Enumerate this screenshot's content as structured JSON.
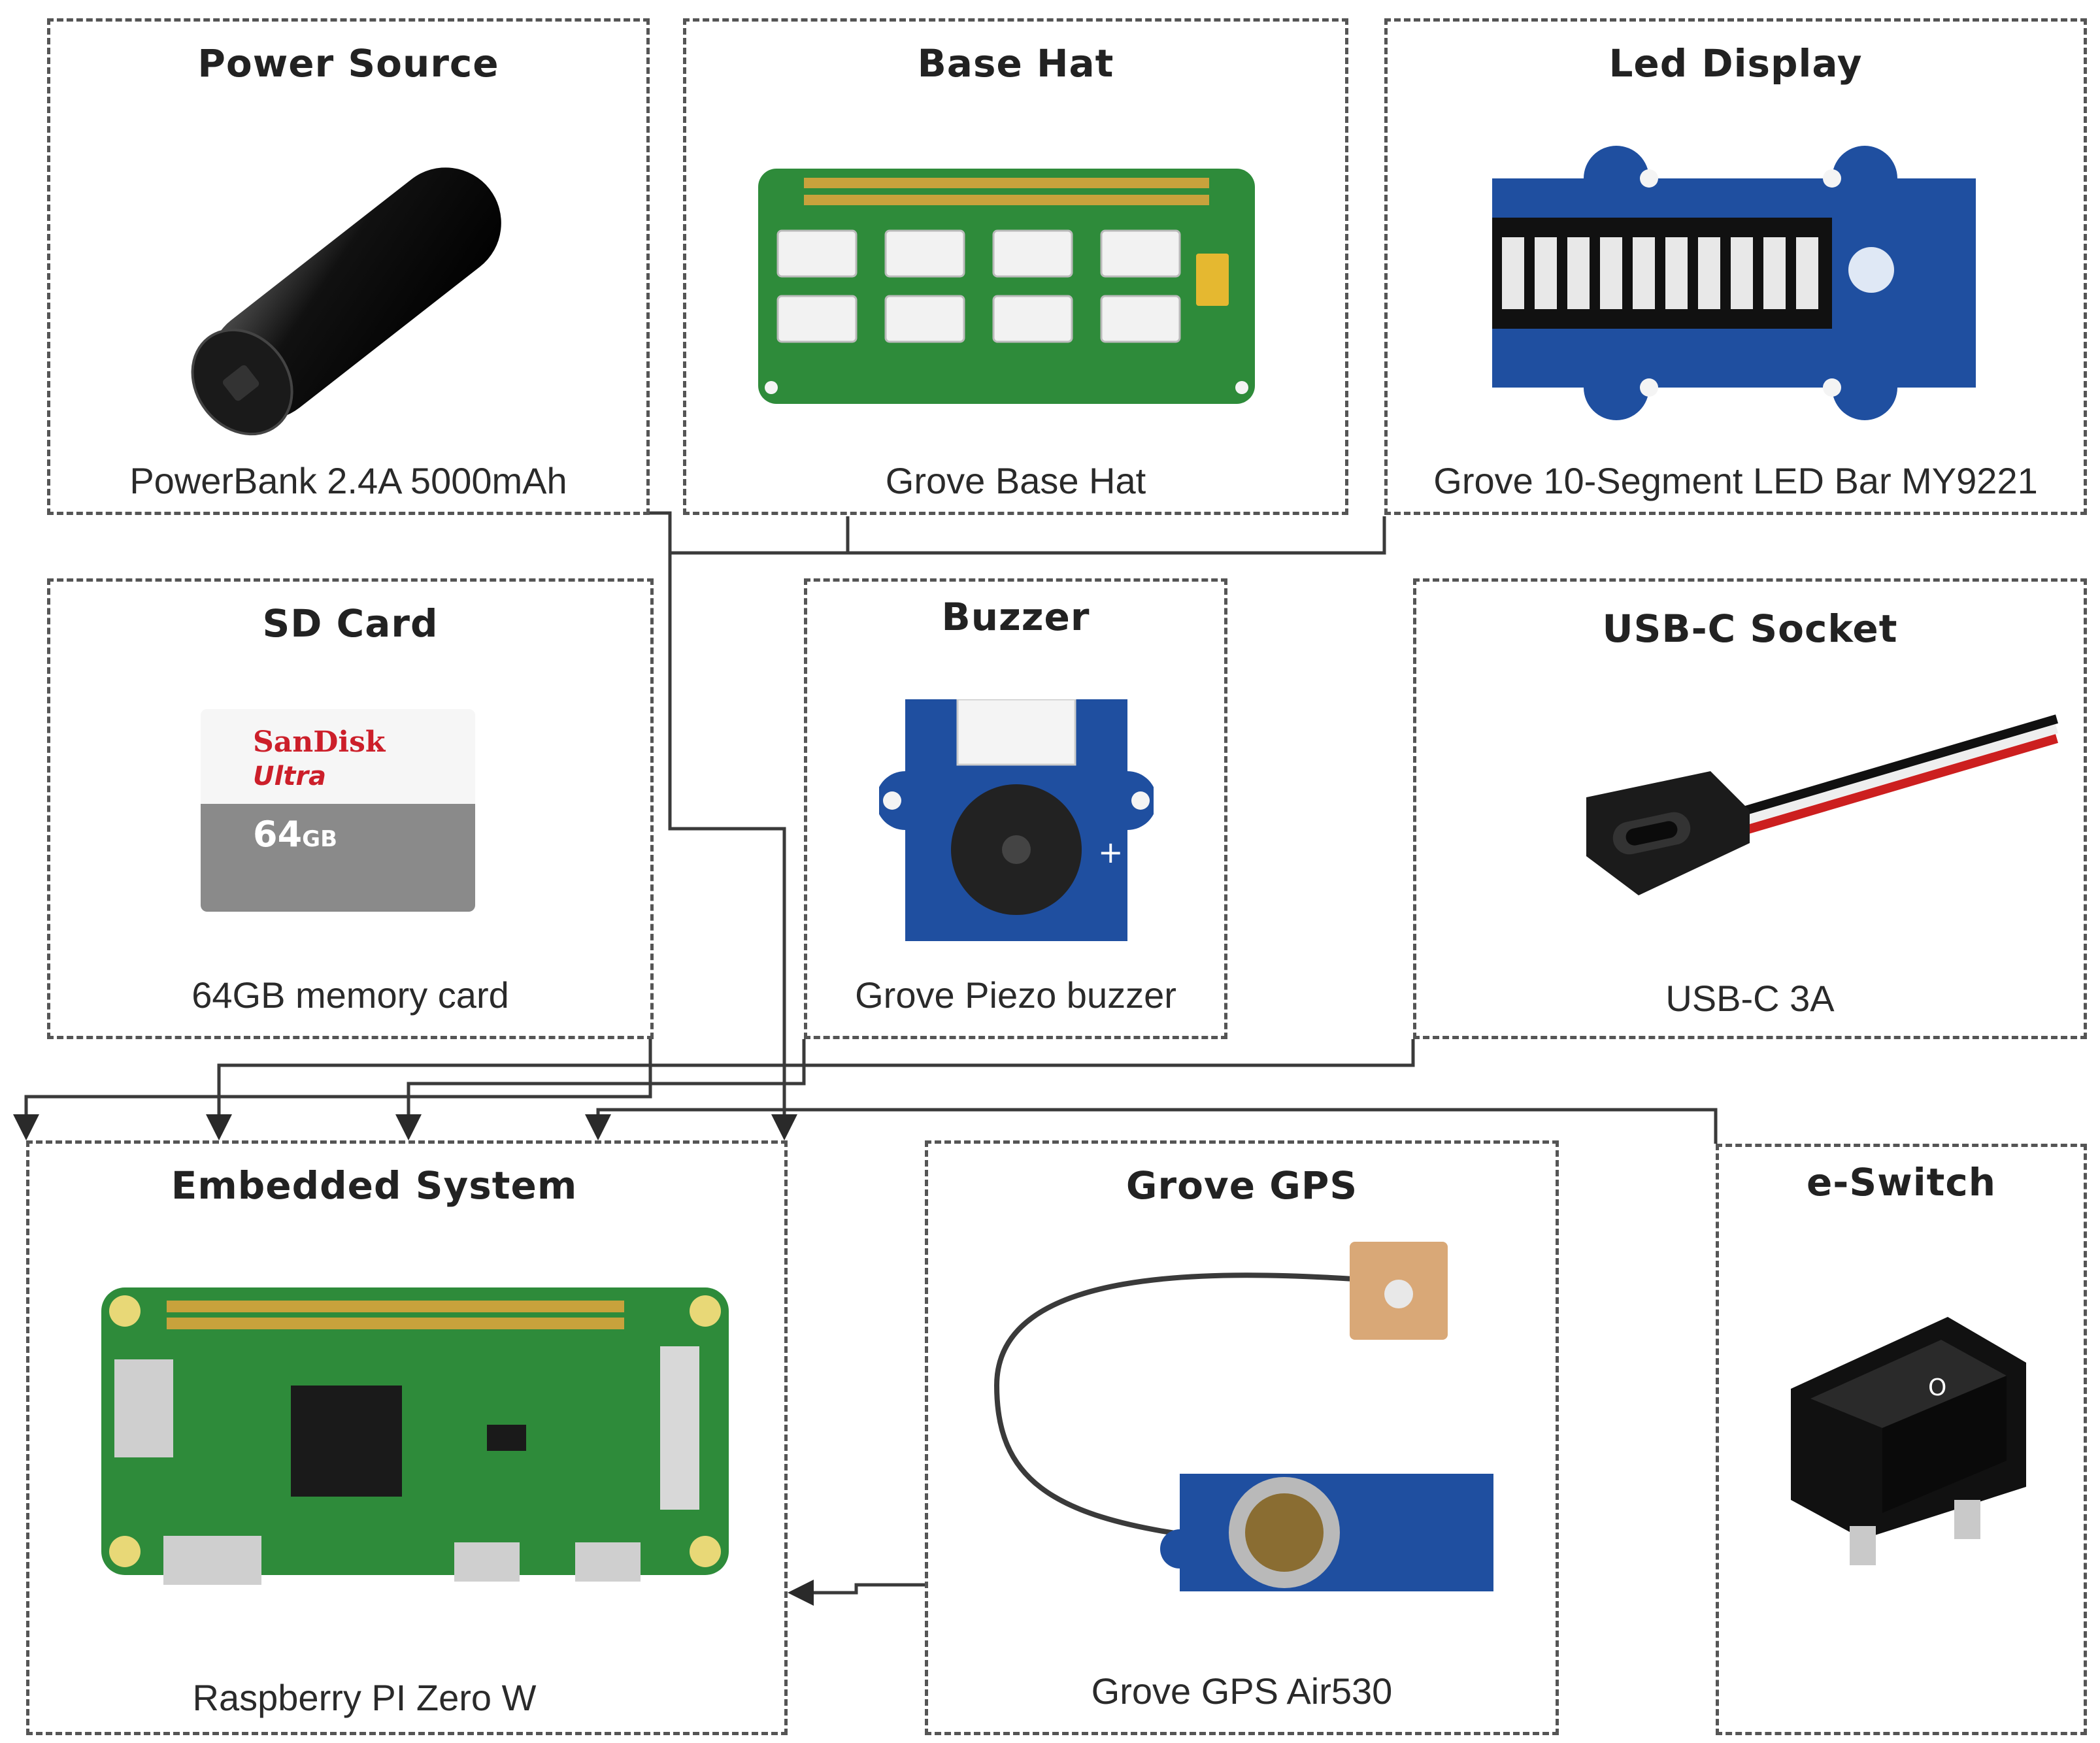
{
  "components": {
    "power_source": {
      "title": "Power Source",
      "caption": "PowerBank 2.4A 5000mAh"
    },
    "base_hat": {
      "title": "Base Hat",
      "caption": "Grove Base Hat"
    },
    "led_display": {
      "title": "Led Display",
      "caption": "Grove 10-Segment LED Bar  MY9221"
    },
    "sd_card": {
      "title": "SD Card",
      "caption": "64GB memory card",
      "brand": "SanDisk",
      "line": "Ultra",
      "capacity": "64",
      "capacity_unit": "GB"
    },
    "buzzer": {
      "title": "Buzzer",
      "caption": "Grove Piezo buzzer"
    },
    "usb_c": {
      "title": "USB-C Socket",
      "caption": "USB-C 3A"
    },
    "embedded": {
      "title": "Embedded System",
      "caption": "Raspberry PI Zero W"
    },
    "gps": {
      "title": "Grove GPS",
      "caption": "Grove GPS Air530"
    },
    "switch": {
      "title": "e-Switch",
      "caption": ""
    }
  },
  "colors": {
    "pcb_green": "#2e8b3a",
    "pcb_blue": "#1f4fa0",
    "wire": "#3a3a3a",
    "dashed_border": "#555555"
  }
}
